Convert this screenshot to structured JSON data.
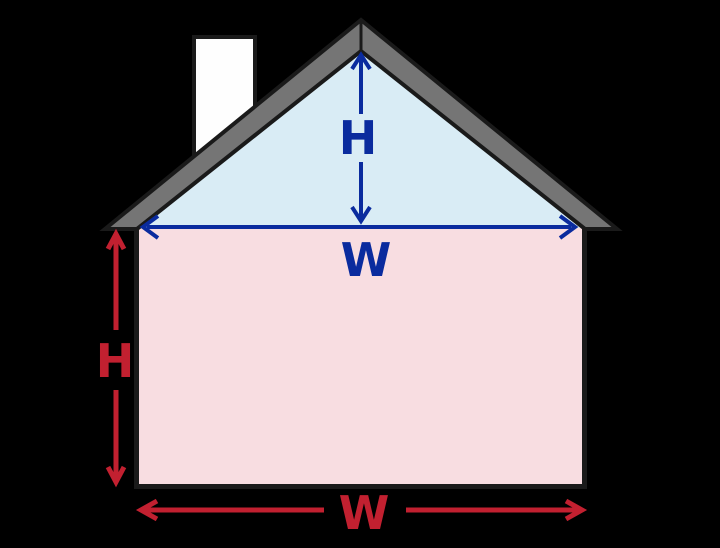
{
  "diagram": {
    "gable": {
      "height_label": "H",
      "width_label": "W"
    },
    "body": {
      "height_label": "H",
      "width_label": "W"
    },
    "colors": {
      "background": "#000000",
      "outline": "#1a1a1a",
      "roof": "#757575",
      "gable_fill": "#d9ecf5",
      "body_fill": "#f8dde1",
      "chimney_fill": "#fefefe",
      "gable_accent": "#0a2b9e",
      "body_accent": "#c22030"
    }
  }
}
